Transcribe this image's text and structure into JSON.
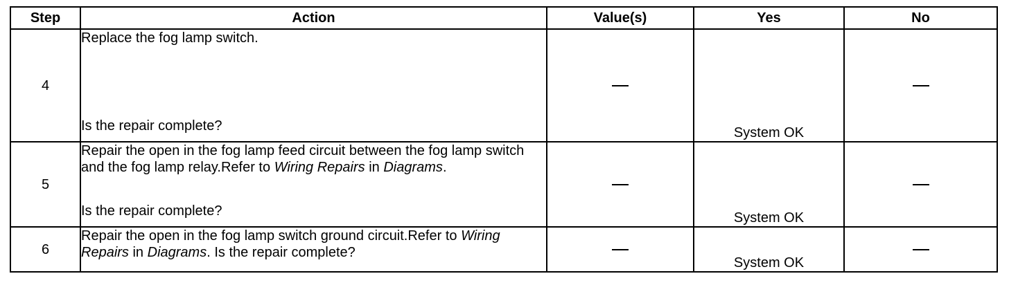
{
  "headers": {
    "step": "Step",
    "action": "Action",
    "values": "Value(s)",
    "yes": "Yes",
    "no": "No"
  },
  "rows": [
    {
      "step": "4",
      "action_text": "Replace the fog lamp switch.",
      "question": "Is the repair complete?",
      "value": "—",
      "yes": "System OK",
      "no": "—"
    },
    {
      "step": "5",
      "action_text": "Repair the open in the fog lamp feed circuit between the fog lamp switch and the fog lamp relay.Refer to",
      "ref_1": "Wiring Repairs",
      "ref_mid": "in",
      "ref_2": "Diagrams",
      "ref_end": ".",
      "question": "Is the repair complete?",
      "value": "—",
      "yes": "System OK",
      "no": "—"
    },
    {
      "step": "6",
      "action_text": "Repair the open in the fog lamp switch ground circuit.Refer to",
      "ref_1": "Wiring Repairs",
      "ref_mid": "in",
      "ref_2": "Diagrams",
      "ref_end": ".",
      "question": "Is the repair complete?",
      "value": "—",
      "yes": "System OK",
      "no": "—"
    }
  ]
}
